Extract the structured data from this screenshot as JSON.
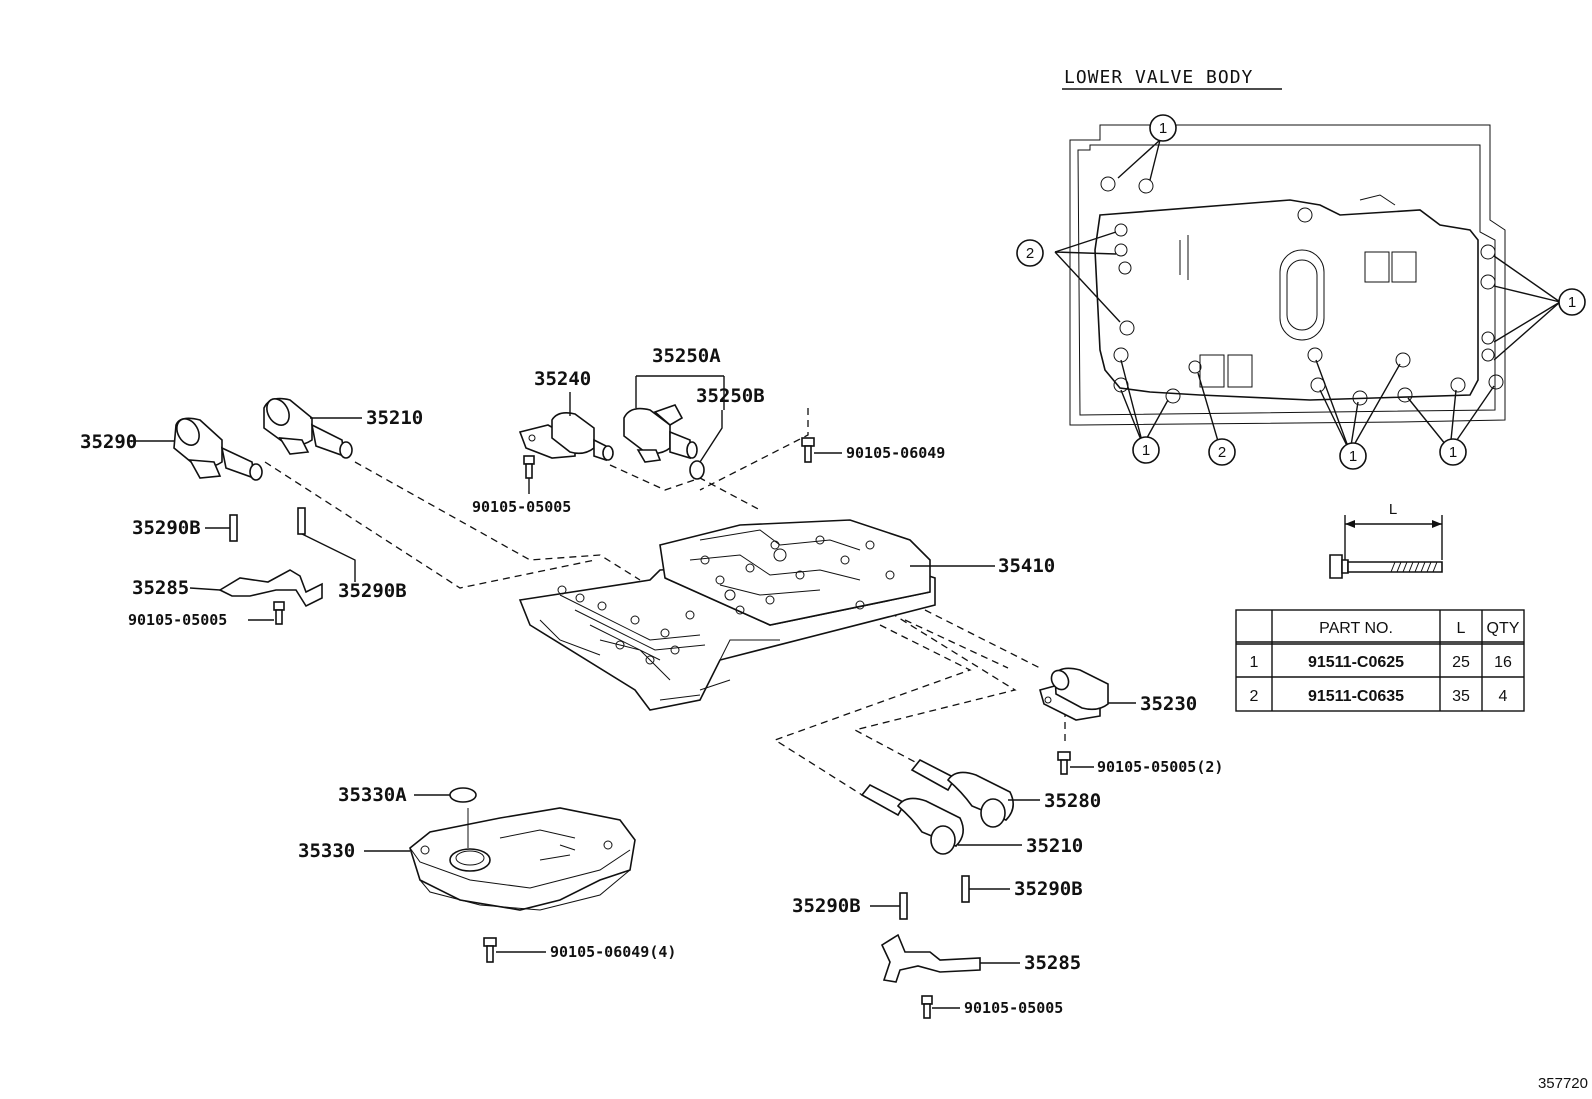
{
  "diagram": {
    "inset_title": "LOWER VALVE BODY",
    "figure_code": "357720",
    "dimension_label": "L",
    "callouts": {
      "p35290": "35290",
      "p35210_top": "35210",
      "p35240": "35240",
      "p35250A": "35250A",
      "p35250B": "35250B",
      "b90105_06049_top": "90105-06049",
      "b90105_05005_mid": "90105-05005",
      "p35290B_left": "35290B",
      "p35290B_left2": "35290B",
      "p35285_left": "35285",
      "b90105_05005_left": "90105-05005",
      "p35410": "35410",
      "p35230": "35230",
      "b90105_05005_2": "90105-05005(2)",
      "p35280": "35280",
      "p35210_bottom": "35210",
      "p35290B_right": "35290B",
      "p35290B_bottom": "35290B",
      "p35285_bottom": "35285",
      "b90105_05005_bottom": "90105-05005",
      "p35330A": "35330A",
      "p35330": "35330",
      "b90105_06049_4": "90105-06049(4)"
    },
    "inset_refs": {
      "c1_top": "1",
      "c2_left": "2",
      "c1_right": "1",
      "c1_bottom_a": "1",
      "c2_bottom": "2",
      "c1_bottom_b": "1",
      "c1_bottom_c": "1"
    },
    "bolt_table": {
      "headers": [
        "",
        "PART NO.",
        "L",
        "QTY"
      ],
      "rows": [
        [
          "1",
          "91511-C0625",
          "25",
          "16"
        ],
        [
          "2",
          "91511-C0635",
          "35",
          "4"
        ]
      ]
    }
  }
}
